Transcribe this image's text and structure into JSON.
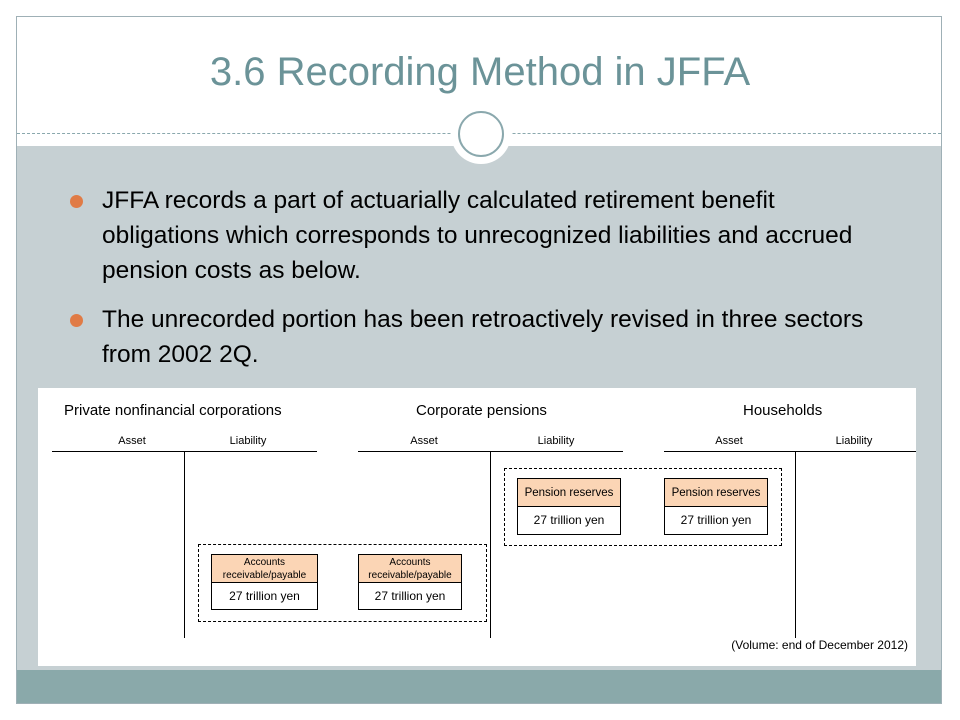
{
  "slide": {
    "title": "3.6 Recording Method in JFFA",
    "bullets": [
      "JFFA records a part of actuarially calculated retirement benefit obligations which corresponds to unrecognized liabilities and accrued pension costs as below.",
      "The unrecorded portion has been retroactively revised in three sectors from 2002 2Q."
    ]
  },
  "diagram": {
    "sectors": [
      {
        "title": "Private nonfinancial corporations",
        "asset_label": "Asset",
        "liability_label": "Liability",
        "item": {
          "head_line1": "Accounts",
          "head_line2": "receivable/payable",
          "value": "27 trillion yen"
        }
      },
      {
        "title": "Corporate pensions",
        "asset_label": "Asset",
        "liability_label": "Liability",
        "item_asset": {
          "head_line1": "Accounts",
          "head_line2": "receivable/payable",
          "value": "27 trillion yen"
        },
        "item_liability": {
          "head": "Pension reserves",
          "value": "27 trillion yen"
        }
      },
      {
        "title": "Households",
        "asset_label": "Asset",
        "liability_label": "Liability",
        "item": {
          "head": "Pension reserves",
          "value": "27 trillion yen"
        }
      }
    ],
    "volume_note": "(Volume: end of December 2012)"
  },
  "colors": {
    "title": "#6b9398",
    "content_bg": "#c6d0d3",
    "footer": "#8aa9aa",
    "bullet_dot": "#e07b46",
    "item_head": "#fbd5b5"
  }
}
